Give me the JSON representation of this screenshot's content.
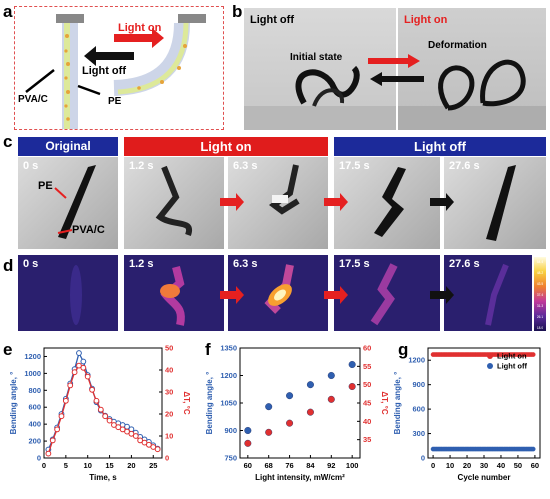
{
  "panels": {
    "a": {
      "label": "a",
      "light_on": "Light on",
      "light_off": "Light off",
      "pvac": "PVA/C",
      "pe": "PE"
    },
    "b": {
      "label": "b",
      "light_off": "Light off",
      "light_on": "Light on",
      "initial": "Initial state",
      "deformation": "Deformation"
    },
    "c": {
      "label": "c",
      "headers": [
        "Original",
        "Light on",
        "Light off"
      ],
      "times": [
        "0 s",
        "1.2 s",
        "6.3 s",
        "17.5 s",
        "27.6 s"
      ],
      "pe": "PE",
      "pvac": "PVA/C"
    },
    "d": {
      "label": "d",
      "times": [
        "0 s",
        "1.2 s",
        "6.3 s",
        "17.5 s",
        "27.6 s"
      ],
      "colorbar_ticks": [
        "54.4",
        "48.2",
        "43.5",
        "37.4",
        "31.3",
        "26.1",
        "18.0"
      ]
    },
    "e": {
      "label": "e"
    },
    "f": {
      "label": "f"
    },
    "g": {
      "label": "g"
    }
  },
  "chart_data": [
    {
      "panel": "e",
      "type": "line",
      "xlabel": "Time, s",
      "ylabel": "Bending angle, °",
      "y2label": "ΔT, °C",
      "xlim": [
        0,
        27
      ],
      "ylim": [
        0,
        1300
      ],
      "y2lim": [
        0,
        50
      ],
      "xticks": [
        0,
        5,
        10,
        15,
        20,
        25
      ],
      "yticks": [
        0,
        200,
        400,
        600,
        800,
        1000,
        1200
      ],
      "y2ticks": [
        0,
        10,
        20,
        30,
        40,
        50
      ],
      "series": [
        {
          "axis": "left",
          "color": "#2f5fb0",
          "x": [
            1,
            2,
            3,
            4,
            5,
            6,
            7,
            8,
            9,
            10,
            11,
            12,
            13,
            14,
            15,
            16,
            17,
            18,
            19,
            20,
            21,
            22,
            23,
            24,
            25,
            26
          ],
          "values": [
            100,
            220,
            360,
            520,
            700,
            880,
            1050,
            1240,
            1140,
            980,
            820,
            660,
            560,
            500,
            460,
            430,
            410,
            390,
            370,
            340,
            300,
            250,
            220,
            190,
            150,
            110
          ]
        },
        {
          "axis": "right",
          "color": "#e03030",
          "x": [
            1,
            2,
            3,
            4,
            5,
            6,
            7,
            8,
            9,
            10,
            11,
            12,
            13,
            14,
            15,
            16,
            17,
            18,
            19,
            20,
            21,
            22,
            23,
            24,
            25,
            26
          ],
          "values": [
            2,
            8,
            13,
            19,
            26,
            33,
            39,
            42,
            41,
            37,
            31,
            26,
            22,
            19,
            17,
            15,
            14,
            13,
            12,
            11,
            10,
            8,
            7,
            6,
            5,
            4
          ]
        }
      ]
    },
    {
      "panel": "f",
      "type": "scatter",
      "xlabel": "Light intensity, mW/cm²",
      "ylabel": "Bending angle, °",
      "y2label": "ΔT, °C",
      "xlim": [
        57,
        103
      ],
      "ylim": [
        750,
        1350
      ],
      "y2lim": [
        30,
        60
      ],
      "xticks": [
        60,
        68,
        76,
        84,
        92,
        100
      ],
      "yticks": [
        750,
        900,
        1050,
        1200,
        1350
      ],
      "y2ticks": [
        35,
        40,
        45,
        50,
        55,
        60
      ],
      "series": [
        {
          "axis": "left",
          "color": "#2f5fb0",
          "x": [
            60,
            68,
            76,
            84,
            92,
            100
          ],
          "values": [
            900,
            1030,
            1090,
            1150,
            1200,
            1260
          ]
        },
        {
          "axis": "right",
          "color": "#e03030",
          "x": [
            60,
            68,
            76,
            84,
            92,
            100
          ],
          "values": [
            34,
            37,
            39.5,
            42.5,
            46,
            49.5
          ]
        }
      ]
    },
    {
      "panel": "g",
      "type": "scatter",
      "xlabel": "Cycle number",
      "ylabel": "Bending angle, °",
      "xlim": [
        -3,
        63
      ],
      "ylim": [
        0,
        1350
      ],
      "xticks": [
        0,
        10,
        20,
        30,
        40,
        50,
        60
      ],
      "yticks": [
        0,
        300,
        600,
        900,
        1200
      ],
      "legend": [
        {
          "name": "Light on",
          "color": "#e03030"
        },
        {
          "name": "Light off",
          "color": "#2f5fb0"
        }
      ],
      "legend_position": "top-right",
      "series": [
        {
          "name": "Light on",
          "color": "#e03030",
          "y": 1270,
          "count": 60
        },
        {
          "name": "Light off",
          "color": "#2f5fb0",
          "y": 110,
          "count": 60
        }
      ]
    }
  ]
}
